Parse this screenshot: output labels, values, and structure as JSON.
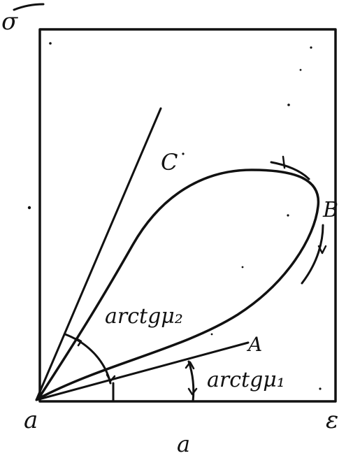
{
  "labels": {
    "y_axis": "σ",
    "origin": "a",
    "x_axis_end": "ε",
    "bottom": "a",
    "point_a": "A",
    "point_b": "B",
    "point_c": "C",
    "angle_mu2": "arctgμ₂",
    "angle_mu1": "arctgμ₁"
  },
  "colors": {
    "ink": "#111111",
    "background": "#ffffff"
  }
}
